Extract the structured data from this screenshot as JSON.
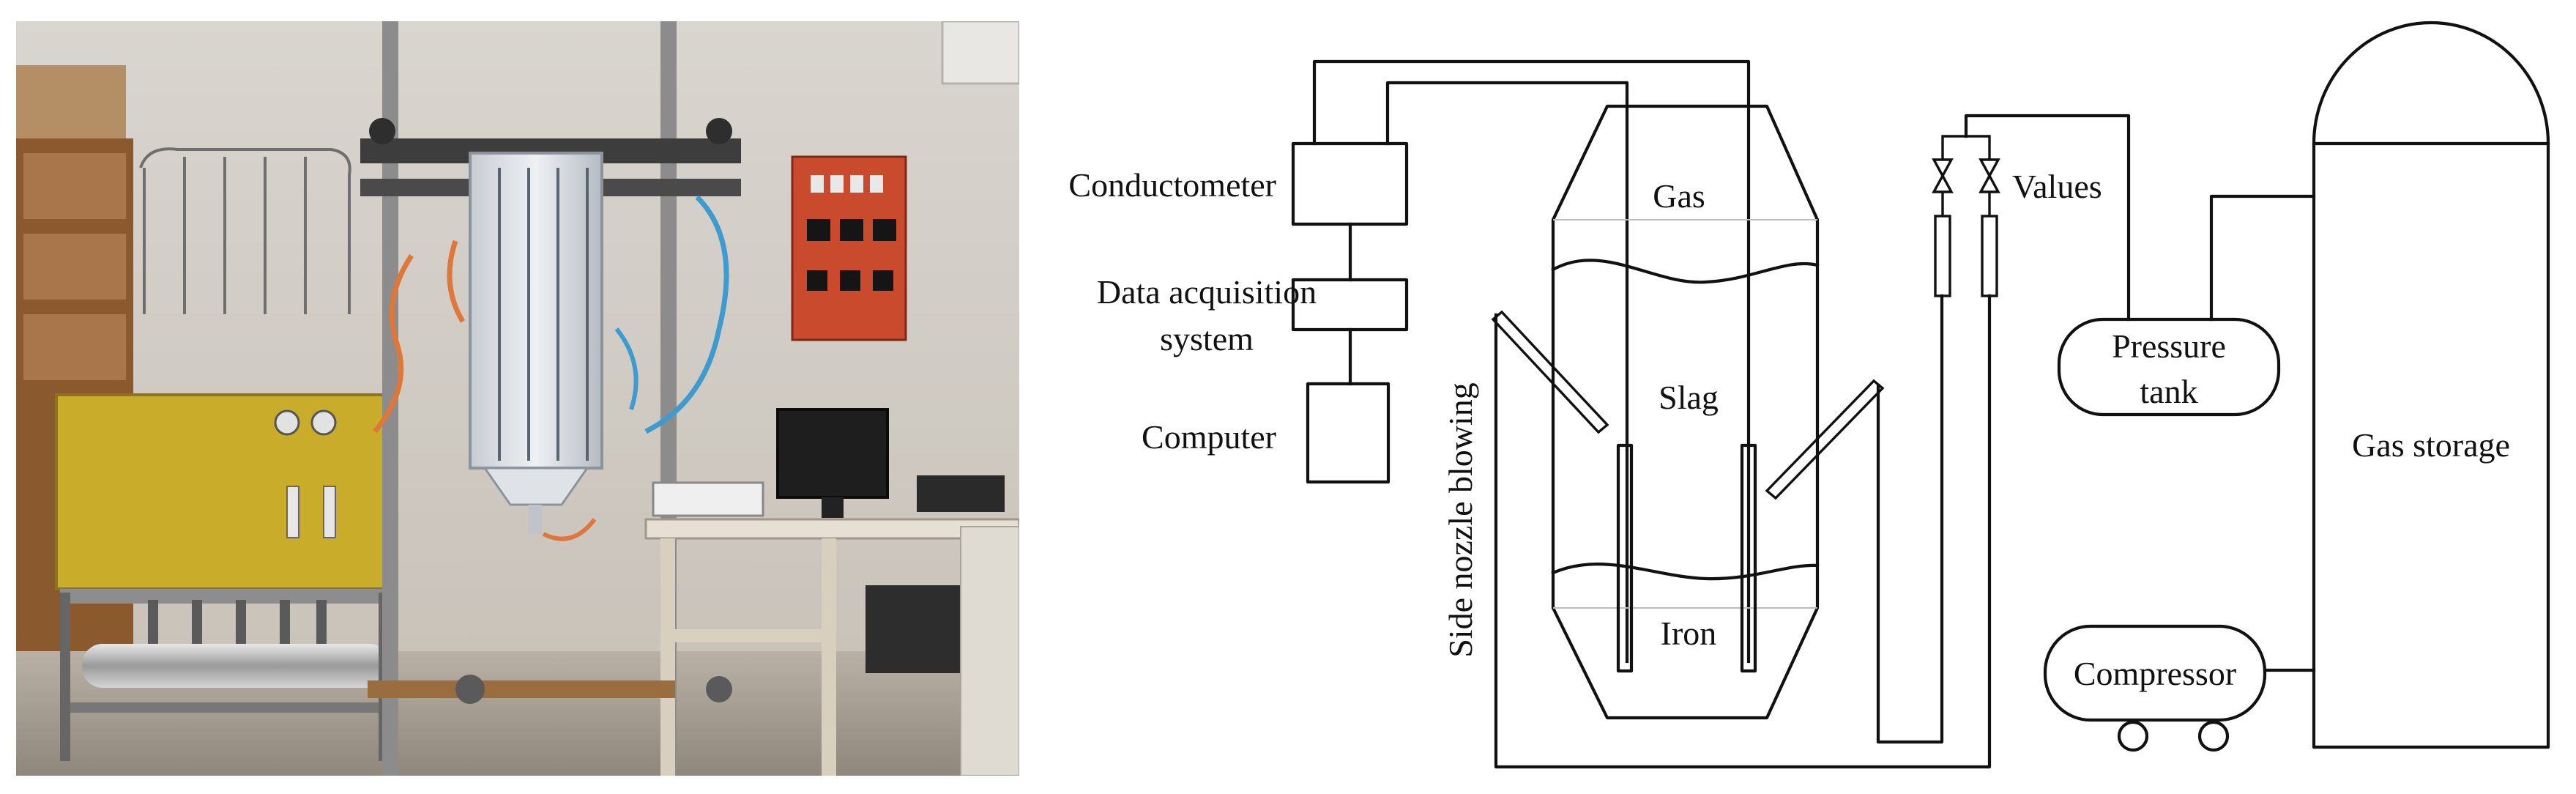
{
  "figure": {
    "photo": {
      "alt": ""
    },
    "schematic": {
      "labels": {
        "conductometer": "Conductometer",
        "data_acquisition_line1": "Data acquisition",
        "data_acquisition_line2": "system",
        "computer": "Computer",
        "side_nozzle": "Side nozzle blowing",
        "gas": "Gas",
        "slag": "Slag",
        "iron": "Iron",
        "values": "Values",
        "pressure_tank_line1": "Pressure",
        "pressure_tank_line2": "tank",
        "gas_storage": "Gas storage",
        "compressor": "Compressor"
      }
    }
  }
}
